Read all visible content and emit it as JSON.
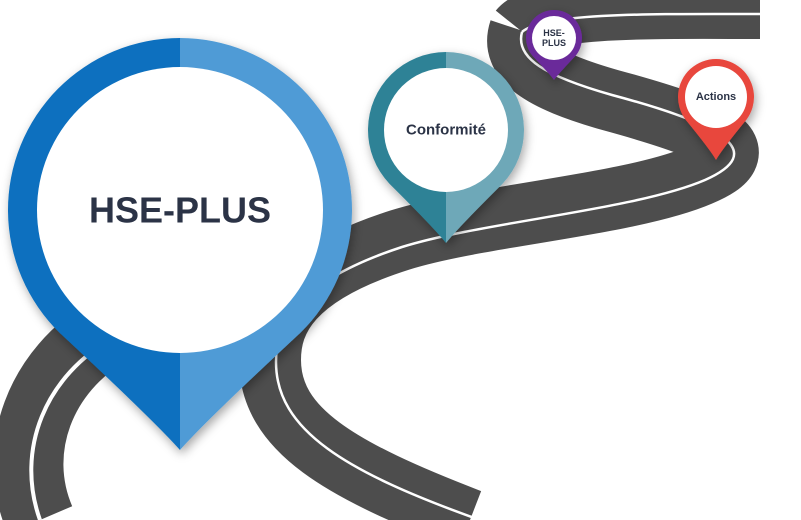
{
  "pins": [
    {
      "id": "main",
      "lines": [
        "HSE-PLUS"
      ],
      "color_left": "#0a6fbf",
      "color_right": "#4f9bd6",
      "text_color": "#2b3346"
    },
    {
      "id": "conformite",
      "lines": [
        "Conformité"
      ],
      "color_left": "#2f8296",
      "color_right": "#6ea8b8",
      "text_color": "#2b3346"
    },
    {
      "id": "small",
      "lines": [
        "HSE-",
        "PLUS"
      ],
      "color_left": "#6a2a9a",
      "color_right": "#6a2a9a",
      "text_color": "#2b3346"
    },
    {
      "id": "actions",
      "lines": [
        "Actions"
      ],
      "color_left": "#e8463c",
      "color_right": "#e8463c",
      "text_color": "#2b3346"
    }
  ],
  "road": {
    "asphalt": "#4d4d4d",
    "stripe": "#ffffff"
  }
}
